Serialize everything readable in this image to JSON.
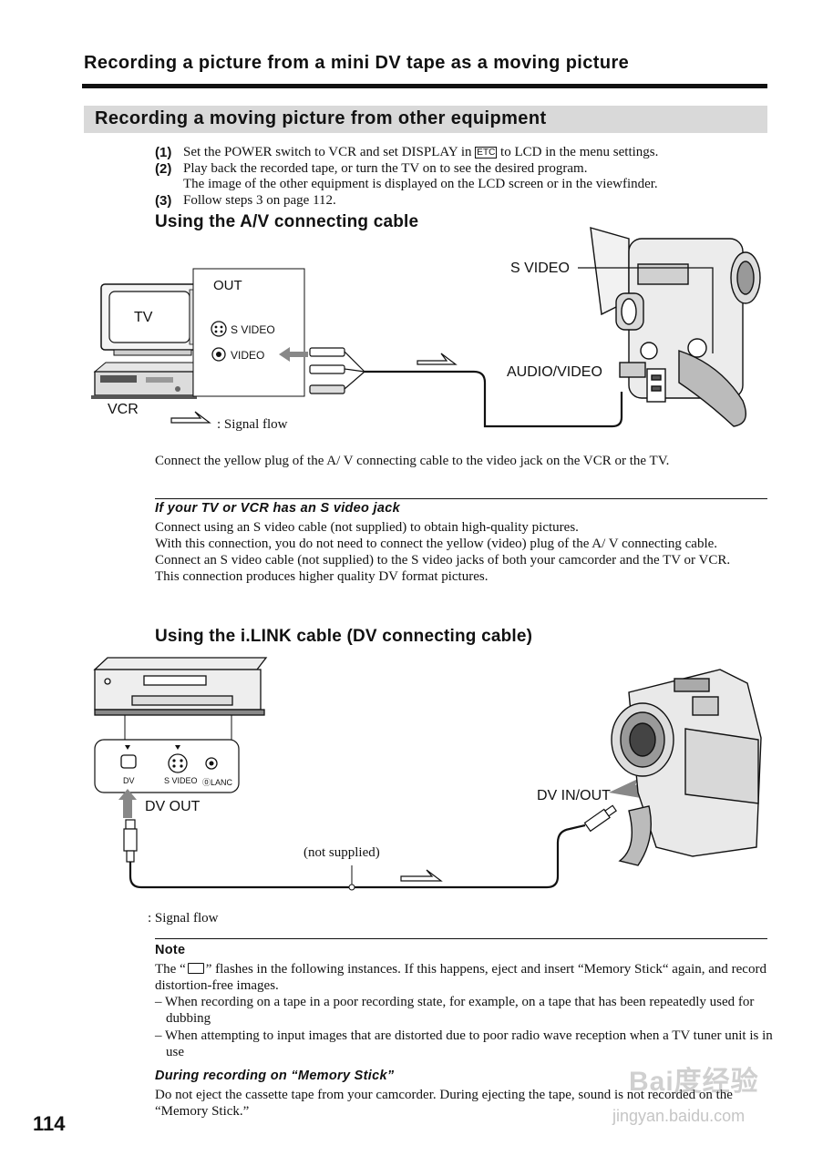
{
  "header": {
    "title": "Recording a picture from a mini DV tape as a moving picture",
    "section_title": "Recording a moving picture from other equipment"
  },
  "steps": [
    {
      "num": "(1)",
      "text_before": "Set the POWER switch to VCR and set DISPLAY in ",
      "icon_label": "ETC",
      "text_after": " to LCD in the menu settings."
    },
    {
      "num": "(2)",
      "text": "Play back the recorded tape, or turn the TV on to see the desired program."
    },
    {
      "num": "",
      "text": "The image of the other equipment is displayed on the LCD screen or in the viewfinder."
    },
    {
      "num": "(3)",
      "text": "Follow steps 3 on page 112."
    }
  ],
  "av_section": {
    "heading": "Using the A/V connecting cable",
    "diagram": {
      "tv_label": "TV",
      "vcr_label": "VCR",
      "out_label": "OUT",
      "svideo_jack_label": "S VIDEO",
      "video_jack_label": "VIDEO",
      "camcorder_svideo": "S VIDEO",
      "camcorder_audio_video": "AUDIO/VIDEO",
      "signal_flow": ": Signal flow"
    },
    "paragraph": "Connect the yellow plug of the A/ V connecting cable to the video jack on the VCR or the TV.",
    "svideo_heading": "If your TV or VCR has an S video jack",
    "svideo_lines": [
      "Connect using an S video cable (not supplied) to obtain high-quality pictures.",
      "With this connection, you do not need to connect the yellow (video) plug of the A/ V connecting cable.",
      "Connect an S video cable (not supplied) to the S video jacks of both your camcorder and the TV or VCR.",
      "This connection produces higher quality DV format pictures."
    ]
  },
  "ilink_section": {
    "heading": "Using the i.LINK cable (DV connecting cable)",
    "diagram": {
      "dv_label": "DV",
      "svideo_label": "S VIDEO",
      "lanc_label": "LANC",
      "dv_out": "DV OUT",
      "dv_in_out": "DV IN/OUT",
      "not_supplied": "(not supplied)",
      "signal_flow": ": Signal flow"
    }
  },
  "note": {
    "heading": "Note",
    "intro_before": "The “",
    "intro_after": "” flashes in the following instances. If this happens, eject and insert “Memory Stick“ again, and record distortion-free images.",
    "bullets": [
      "– When recording on a tape in a poor recording state, for example, on a tape that has been repeatedly used for dubbing",
      "– When attempting to input images that are distorted due to poor radio wave reception when a TV tuner unit is in use"
    ],
    "memory_heading": "During recording on “Memory Stick”",
    "memory_text": "Do not eject the cassette tape from your camcorder. During ejecting the tape, sound is not recorded on the “Memory Stick.”"
  },
  "page_number": "114",
  "watermark": {
    "brand": "Bai度经验",
    "url": "jingyan.baidu.com"
  }
}
